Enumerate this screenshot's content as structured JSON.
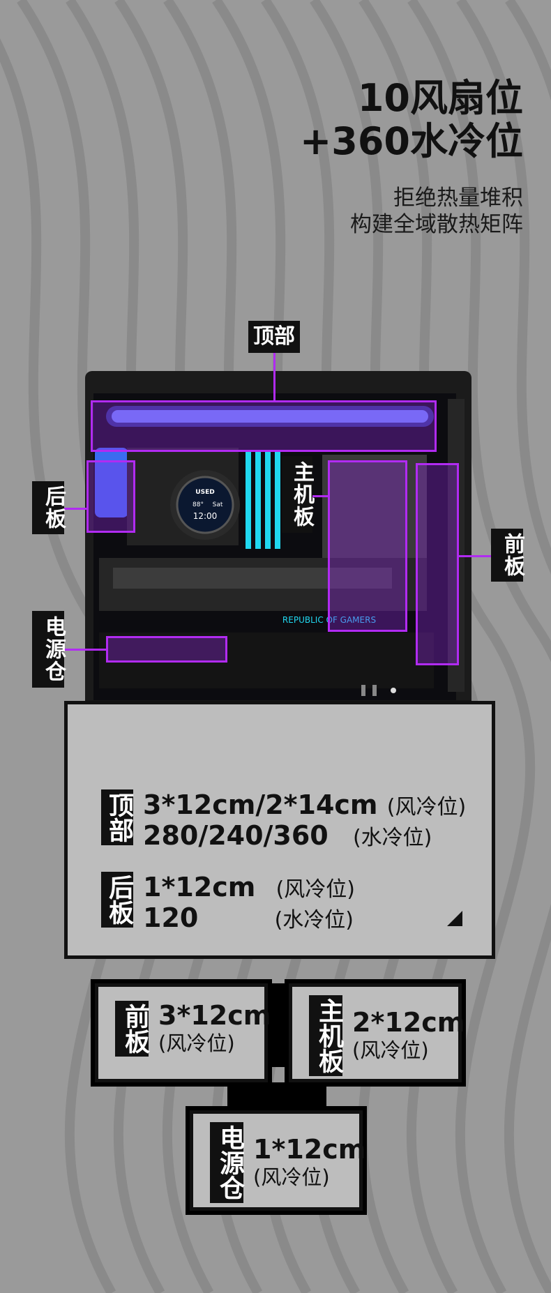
{
  "heading": {
    "line1": "10风扇位",
    "line2": "+360水冷位"
  },
  "subheading": {
    "line1": "拒绝热量堆积",
    "line2": "构建全域散热矩阵"
  },
  "labels": {
    "top": "顶部",
    "rear": "后板",
    "mobo": "主机板",
    "front": "前板",
    "psu": "电源仓"
  },
  "cooler_screen": {
    "title": "USED",
    "temp": "88°",
    "day": "Sat",
    "time": "12:00"
  },
  "gpu_brand": "REPUBLIC OF GAMERS",
  "spec": {
    "top": {
      "label": "顶部",
      "fan": "3*12cm/2*14cm",
      "fan_unit": "(风冷位)",
      "water": "280/240/360",
      "water_unit": "(水冷位)"
    },
    "rear": {
      "label": "后板",
      "fan": "1*12cm",
      "fan_unit": "(风冷位)",
      "water": "120",
      "water_unit": "(水冷位)"
    }
  },
  "mini": {
    "front": {
      "label": "前板",
      "size": "3*12cm",
      "unit": "(风冷位)"
    },
    "mobo": {
      "label": "主机板",
      "size": "2*12cm",
      "unit": "(风冷位)"
    },
    "psu": {
      "label": "电源仓",
      "size": "1*12cm",
      "unit": "(风冷位)"
    }
  },
  "colors": {
    "highlight": "#b12bf2",
    "accent_cyan": "#20d8f0",
    "background": "#9a9a9a",
    "panel": "#bdbdbd"
  }
}
